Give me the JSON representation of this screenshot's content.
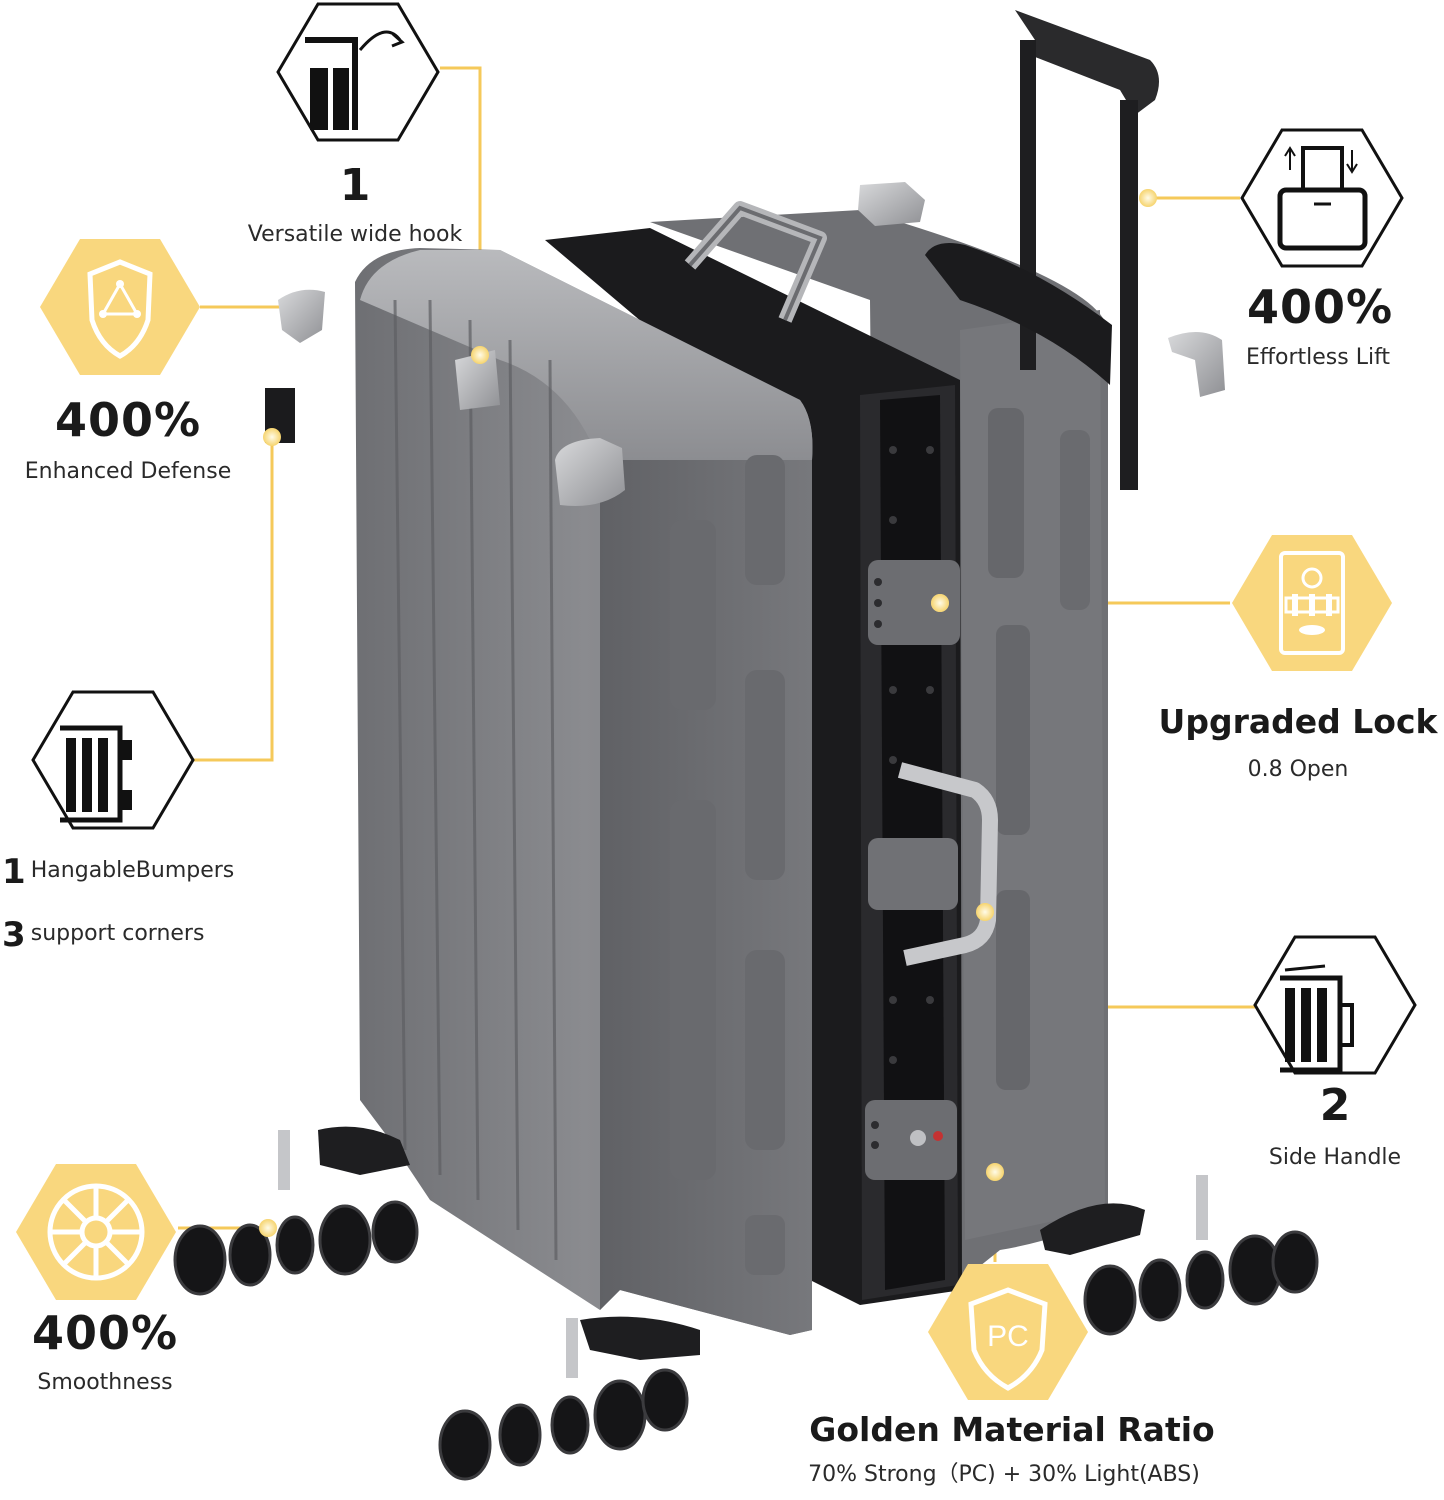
{
  "features": {
    "hook": {
      "number": "1",
      "label": "Versatile wide hook",
      "icon": "hook-icon"
    },
    "defense": {
      "percent": "400%",
      "label": "Enhanced Defense",
      "icon": "shield-triangle-icon"
    },
    "bumpers": {
      "count1": "1",
      "label1": "HangableBumpers",
      "count2": "3",
      "label2": "support corners",
      "icon": "bumper-icon"
    },
    "smooth": {
      "percent": "400%",
      "label": "Smoothness",
      "icon": "wheel-icon"
    },
    "lift": {
      "percent": "400%",
      "label": "Effortless Lift",
      "icon": "trolley-lift-icon"
    },
    "lock": {
      "title": "Upgraded Lock",
      "label": "0.8 Open",
      "icon": "lock-icon"
    },
    "side_handle": {
      "number": "2",
      "label": "Side Handle",
      "icon": "side-handle-icon"
    },
    "material": {
      "title": "Golden Material Ratio",
      "label": "70% Strong（PC) + 30% Light(ABS)",
      "badge": "PC",
      "icon": "pc-shield-icon"
    }
  },
  "colors": {
    "accent_yellow": "#F9D77E",
    "line_yellow": "#F5C95A",
    "shell_gray": "#7d7e82",
    "frame_black": "#1b1b1d",
    "text": "#1a1a1a"
  }
}
